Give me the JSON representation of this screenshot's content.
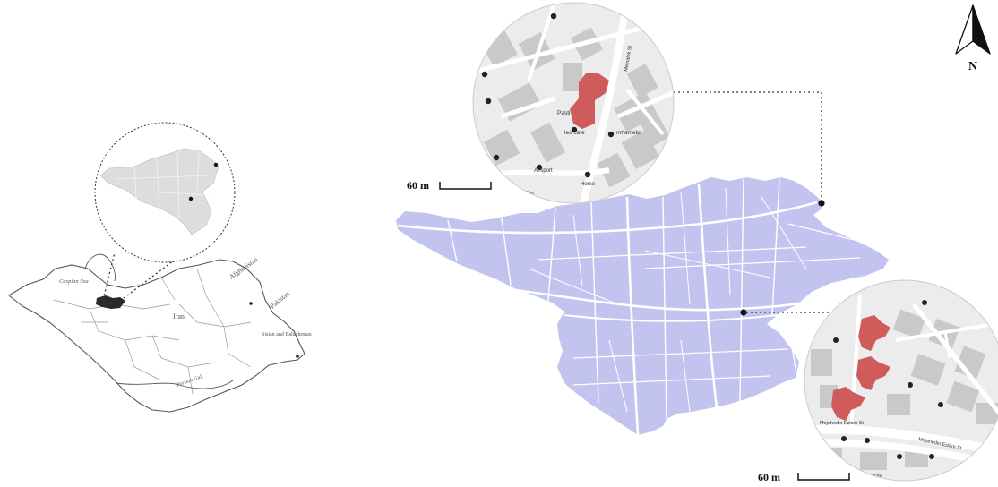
{
  "colors": {
    "tehran_fill": "#c3c3ef",
    "tehran_roads": "#ffffff",
    "building_highlight": "#cf5b5b",
    "map_base": "#ececec",
    "map_block": "#c9c9c9",
    "outline": "#555555",
    "inset_fill": "#dddddd",
    "iran_highlight": "#2a2a2a"
  },
  "iran_map": {
    "labels": {
      "caspian": "Caspian Sea",
      "afghanistan": "Afghanistan",
      "iran": "Iran",
      "pakistan": "Pakistan",
      "sistan": "Sistan and Baluchestan",
      "gulf": "Persian Gulf"
    }
  },
  "north_arrow": {
    "label": "N"
  },
  "insets": {
    "north": {
      "scale_label": "60 m",
      "street_labels": [
        "Pahlavan Alley",
        "Mamalek St"
      ],
      "poi_labels": [
        "Pasti",
        "leo cafe",
        "mhamebi",
        "Airsport",
        "Home"
      ]
    },
    "south": {
      "scale_label": "60 m",
      "street_labels": [
        "Mojahedin Eslam St",
        "Mojahedin Eslam St"
      ],
      "poi_labels": [
        "Google"
      ]
    }
  }
}
